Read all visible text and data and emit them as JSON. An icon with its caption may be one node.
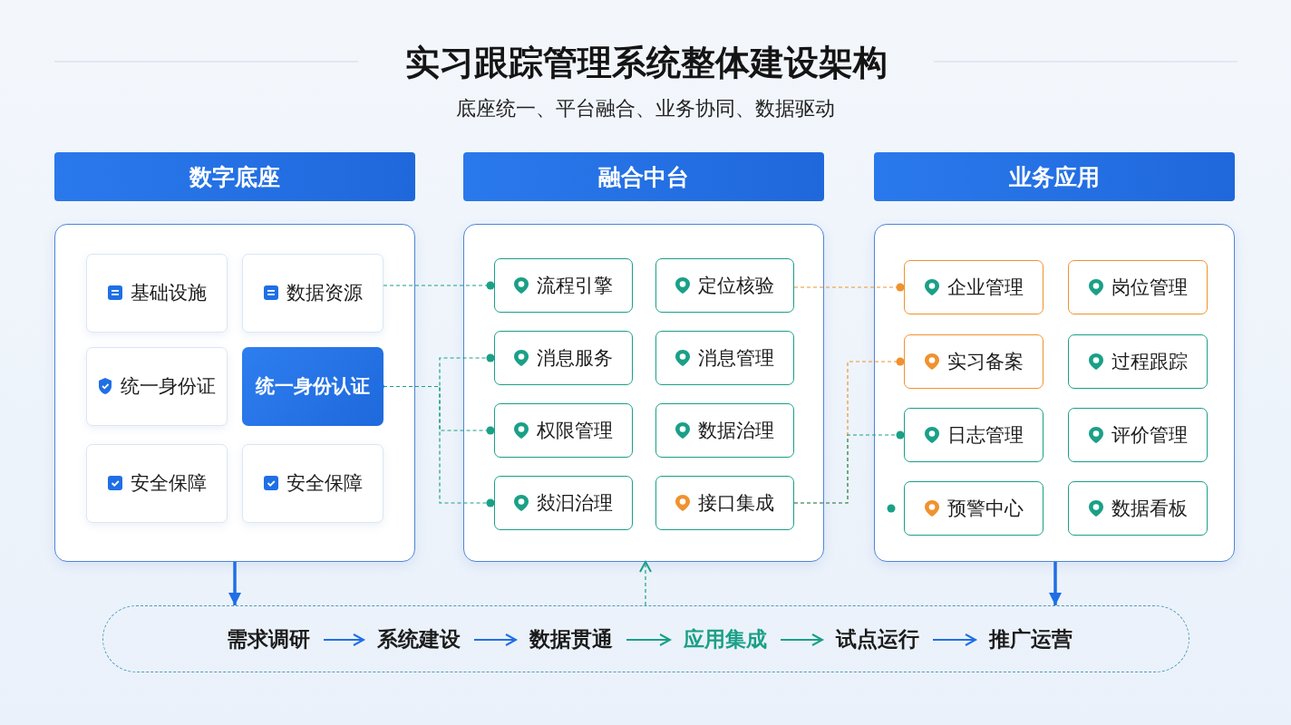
{
  "diagram": {
    "title": "实习跟踪管理系统整体建设架构",
    "nodes": [
      {
        "text": [
          "数字底座"
        ]
      },
      {
        "text": [],
        "shape": "box"
      },
      {
        "text": [
          "基础设施"
        ],
        "in": 1
      },
      {
        "text": [
          "数据资源"
        ],
        "in": 1
      },
      {
        "text": [
          "统一身份证"
        ],
        "in": 1
      },
      {
        "text": [
          "统一身份认证"
        ],
        "in": 1
      },
      {
        "text": [
          "安全保障"
        ],
        "in": 1
      },
      {
        "text": [
          "安全保障"
        ],
        "in": 1
      },
      {
        "text": [
          "融合中台"
        ]
      },
      {
        "text": [],
        "shape": "box"
      },
      {
        "text": [
          "流程引擎"
        ],
        "in": 9
      },
      {
        "text": [
          "定位核验"
        ],
        "in": 9
      },
      {
        "text": [
          "消息服务"
        ],
        "in": 9
      },
      {
        "text": [
          "消息管理"
        ],
        "in": 9
      },
      {
        "text": [
          "权限管理"
        ],
        "in": 9
      },
      {
        "text": [
          "数据治理"
        ],
        "in": 9
      },
      {
        "text": [
          "敥汩治理"
        ],
        "in": 9
      },
      {
        "text": [
          "接口集成"
        ],
        "in": 9
      },
      {
        "text": [
          "业务应用"
        ]
      },
      {
        "text": [],
        "shape": "box"
      },
      {
        "text": [
          "企业管理"
        ],
        "in": 19
      },
      {
        "text": [
          "岗位管理"
        ],
        "in": 19
      },
      {
        "text": [
          "实习备案"
        ],
        "in": 19
      },
      {
        "text": [
          "过程跟踪"
        ],
        "in": 19
      },
      {
        "text": [
          "日志管理"
        ],
        "in": 19
      },
      {
        "text": [
          "评价管理"
        ],
        "in": 19
      },
      {
        "text": [
          "预警中心"
        ],
        "in": 19
      },
      {
        "text": [
          "数据看板"
        ],
        "in": 19
      },
      {
        "text": [],
        "shape": "box"
      },
      {
        "text": [
          "需求调研"
        ],
        "in": 28
      },
      {
        "text": [
          "系统建设"
        ],
        "in": 28
      },
      {
        "text": [
          "数据贯通"
        ],
        "in": 28
      },
      {
        "text": [
          "应用集成"
        ],
        "in": 28
      },
      {
        "text": [
          "试点运行"
        ],
        "in": 28
      },
      {
        "text": [
          "推广运营"
        ],
        "in": 28
      }
    ],
    "edges": [
      {
        "from": 3,
        "to": 10,
        "arrow": "other",
        "style": "dashed",
        "color": "#1aa087"
      },
      {
        "from": 5,
        "to": 12,
        "arrow": "other",
        "style": "dashed",
        "color": "#1aa087"
      },
      {
        "from": 5,
        "to": 14,
        "arrow": "other",
        "style": "dashed",
        "color": "#1aa087"
      },
      {
        "from": 5,
        "to": 16,
        "arrow": "other",
        "style": "dashed",
        "color": "#1aa087"
      },
      {
        "from": 11,
        "to": 20,
        "arrow": "other",
        "style": "dashed",
        "color": "#f0922e"
      },
      {
        "from": 17,
        "to": 22,
        "arrow": "other",
        "style": "dashed",
        "color": "#f0922e"
      },
      {
        "from": 17,
        "to": 24,
        "arrow": "other",
        "style": "dashed",
        "color": "#1aa087"
      },
      {
        "from": 1,
        "to": 28,
        "arrow": "to",
        "style": "thick",
        "color": "#1f6fe5"
      },
      {
        "from": 19,
        "to": 28,
        "arrow": "to",
        "style": "thick",
        "color": "#1f6fe5"
      },
      {
        "from": 28,
        "to": 9,
        "arrow": "to",
        "style": "dashed",
        "color": "#1aa087"
      },
      {
        "from": 29,
        "to": 30,
        "arrow": "to",
        "color": "#1f6fe5"
      },
      {
        "from": 30,
        "to": 31,
        "arrow": "to",
        "color": "#1f6fe5"
      },
      {
        "from": 31,
        "to": 32,
        "arrow": "to",
        "color": "#1aa087"
      },
      {
        "from": 32,
        "to": 33,
        "arrow": "to",
        "color": "#1aa087"
      },
      {
        "from": 33,
        "to": 34,
        "arrow": "to",
        "color": "#1f6fe5"
      }
    ],
    "labels": [
      "底座统一、平台融合、业务协同、数据驱动"
    ]
  }
}
